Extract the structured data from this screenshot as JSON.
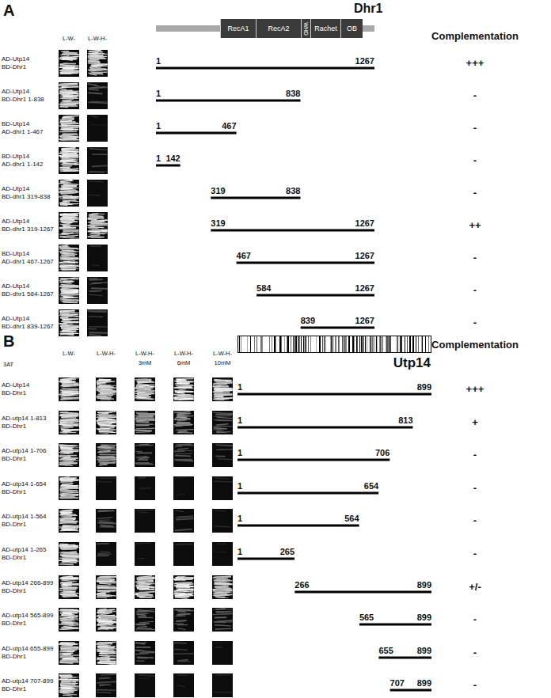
{
  "diagram": {
    "nodes": [
      {
        "text": [
          "Dhr1"
        ]
      },
      {
        "text": [
          "RecA1"
        ],
        "in": 0
      },
      {
        "text": [
          "RecA2"
        ],
        "in": 0
      },
      {
        "text": [
          "WHD"
        ],
        "in": 0
      },
      {
        "text": [
          "Rachet"
        ],
        "in": 0
      },
      {
        "text": [
          "OB"
        ],
        "in": 0
      },
      {
        "text": [
          "Utp14"
        ]
      }
    ],
    "labels": [
      "A",
      "L-W-",
      "L-W-H-",
      "Complementation",
      "AD-Utp14",
      "BD-Dhr1",
      "1",
      "1267",
      "+++",
      "AD-Utp14",
      "BD-Dhr1 1-838",
      "1",
      "838",
      "-",
      "BD-Utp14",
      "AD-dhr1 1-467",
      "1",
      "467",
      "-",
      "BD-Utp14",
      "AD-dhr1 1-142",
      "1",
      "142",
      "-",
      "AD-Utp14",
      "BD-dhr1 319-838",
      "319",
      "838",
      "-",
      "AD-Utp14",
      "BD-dhr1 319-1267",
      "319",
      "1267",
      "++",
      "BD-Utp14",
      "AD-dhr1 467-1267",
      "467",
      "1267",
      "-",
      "AD-Utp14",
      "BD-dhr1 584-1267",
      "584",
      "1267",
      "-",
      "AD-Utp14",
      "BD-dhr1 839-1267",
      "839",
      "1267",
      "-",
      "B",
      "3AT",
      "L-W-",
      "L-W-H-",
      "L-W-H-",
      "L-W-H-",
      "L-W-H-",
      "3mM",
      "6mM",
      "10mM",
      "Complementation",
      "AD-Utp14",
      "BD-Dhr1",
      "1",
      "899",
      "+++",
      "AD-utp14 1-813",
      "BD-Dhr1",
      "1",
      "813",
      "+",
      "AD-utp14 1-706",
      "BD-Dhr1",
      "1",
      "706",
      "-",
      "AD-utp14 1-654",
      "BD-Dhr1",
      "1",
      "654",
      "-",
      "AD-utp14 1-564",
      "BD-Dhr1",
      "1",
      "564",
      "-",
      "AD-utp14 1-265",
      "BD-Dhr1",
      "1",
      "265",
      "-",
      "AD-utp14 266-899",
      "BD-Dhr1",
      "266",
      "899",
      "+/-",
      "AD-utp14 565-899",
      "BD-Dhr1",
      "565",
      "899",
      "-",
      "AD-utp14 655-899",
      "BD-Dhr1",
      "655",
      "899",
      "-",
      "AD-utp14 707-899",
      "BD-Dhr1",
      "707",
      "899",
      "-"
    ]
  }
}
